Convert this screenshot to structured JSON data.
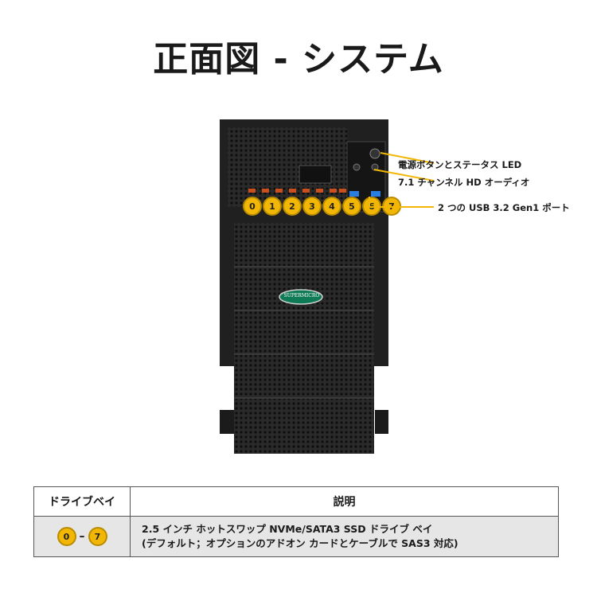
{
  "title": "正面図 - システム",
  "callouts": [
    "電源ボタンとステータス LED",
    "7.1 チャンネル HD オーディオ",
    "2 つの USB 3.2 Gen1 ポート"
  ],
  "drive_bays": [
    "0",
    "1",
    "2",
    "3",
    "4",
    "5",
    "6",
    "7"
  ],
  "logo_text": "SUPERMICRO",
  "table": {
    "headers": [
      "ドライブベイ",
      "説明"
    ],
    "rows": [
      {
        "from": "0",
        "dash": "–",
        "to": "7",
        "desc_line1": "2.5 インチ ホットスワップ NVMe/SATA3 SSD ドライブ ベイ",
        "desc_line2": "(デフォルト；オプションのアドオン カードとケーブルで SAS3 対応)"
      }
    ]
  },
  "colors": {
    "accent": "#f2b705",
    "chassis": "#1c1c1c",
    "line": "#f2b705"
  }
}
